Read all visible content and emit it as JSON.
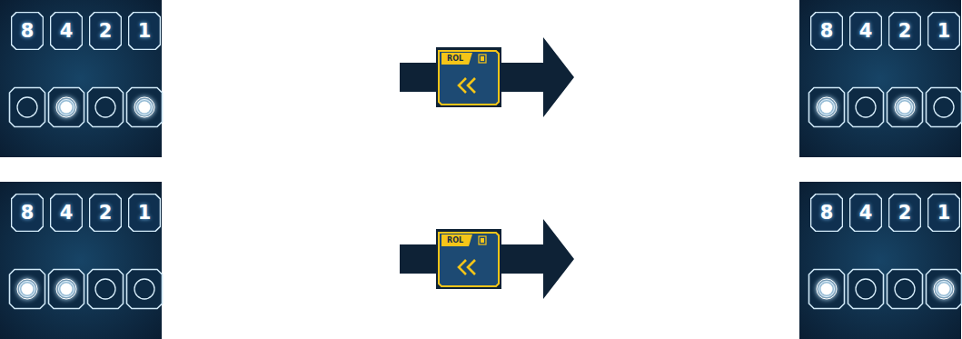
{
  "diagram": {
    "nodes": [
      {
        "text": [
          "8"
        ]
      },
      {
        "text": [
          "4"
        ]
      },
      {
        "text": [
          "2"
        ]
      },
      {
        "text": [
          "1"
        ]
      },
      {
        "text": [
          "ROL"
        ]
      },
      {
        "text": [
          "8"
        ]
      },
      {
        "text": [
          "4"
        ]
      },
      {
        "text": [
          "2"
        ]
      },
      {
        "text": [
          "1"
        ]
      },
      {
        "text": [
          "8"
        ]
      },
      {
        "text": [
          "4"
        ]
      },
      {
        "text": [
          "2"
        ]
      },
      {
        "text": [
          "1"
        ]
      },
      {
        "text": [
          "ROL"
        ]
      },
      {
        "text": [
          "8"
        ]
      },
      {
        "text": [
          "4"
        ]
      },
      {
        "text": [
          "2"
        ]
      },
      {
        "text": [
          "1"
        ]
      }
    ]
  }
}
